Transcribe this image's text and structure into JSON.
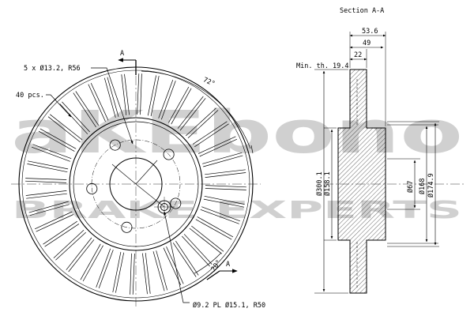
{
  "watermark": {
    "brand": "aKEbono",
    "tagline": "BRAKE EXPERTS"
  },
  "front_view": {
    "bolt_label": "5 x Ø13.2, R56",
    "vane_count_label": "40 pcs.",
    "angle_72_label": "72°",
    "angle_20_label": "20°",
    "section_marker_top": "A",
    "section_marker_bottom": "A",
    "pilot_hole_label": "Ø9.2 PL Ø15.1, R50"
  },
  "section_view": {
    "title": "Section A-A",
    "min_thickness_label": "Min. th. 19.4",
    "dims": {
      "d_53_6": "53.6",
      "d_49": "49",
      "d_22": "22",
      "d_300_1": "Ø300.1",
      "d_158_1": "Ø158.1",
      "d_67": "Ø67",
      "d_168": "Ø168",
      "d_174_9": "Ø174.9"
    }
  }
}
